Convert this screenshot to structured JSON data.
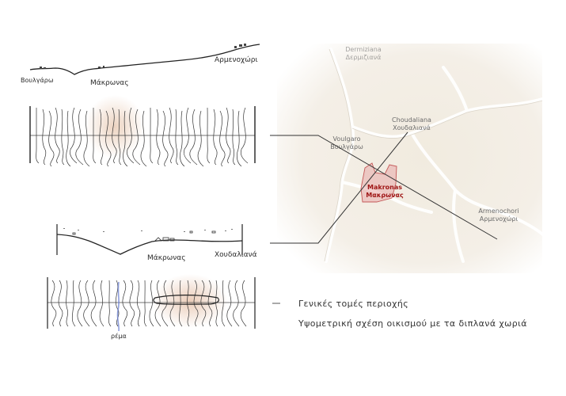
{
  "profile_top": {
    "left_village": "Βουλγάρω",
    "center_village": "Μάκρωνας",
    "right_village": "Αρμενοχώρι"
  },
  "profile_bottom": {
    "center_village": "Μάκρωνας",
    "right_village": "Χουδαλιανά",
    "stream_label": "ρέμα"
  },
  "map": {
    "labels": [
      {
        "en": "Dermiziana",
        "gr": "Δερμιζιανά",
        "highlight": false
      },
      {
        "en": "Choudaliana",
        "gr": "Χουδαλιανά",
        "highlight": false
      },
      {
        "en": "Voulgaro",
        "gr": "Βουλγάρω",
        "highlight": false
      },
      {
        "en": "Makronas",
        "gr": "Μακρωνας",
        "highlight": true
      },
      {
        "en": "Armenochori",
        "gr": "Αρμενοχώρι",
        "highlight": false
      }
    ],
    "highlight_color": "#a01818",
    "background_color": "#f4efe6"
  },
  "legend": {
    "dash": "—",
    "line1": "Γενικές τομές περιοχής",
    "line2": "Υψομετρική σχέση οικισμού με τα διπλανά χωριά"
  }
}
